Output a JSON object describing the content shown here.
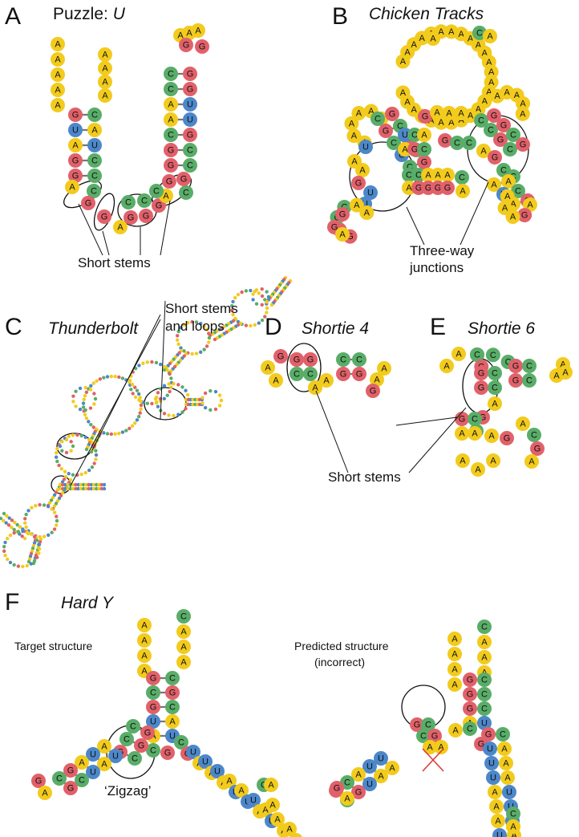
{
  "colors": {
    "A": "#f2cb1d",
    "G": "#e1616a",
    "C": "#59ad68",
    "U": "#4c87c9",
    "cross": "#e03a3a"
  },
  "panels": {
    "A": {
      "letter": "A",
      "title_prefix": "Puzzle: ",
      "title_italic": "U",
      "annotation": "Short stems"
    },
    "B": {
      "letter": "B",
      "title": "Chicken Tracks",
      "annotation_line1": "Three-way",
      "annotation_line2": "junctions"
    },
    "C": {
      "letter": "C",
      "title": "Thunderbolt",
      "annotation_line1": "Short stems",
      "annotation_line2": "and loops"
    },
    "D": {
      "letter": "D",
      "title": "Shortie 4",
      "annotation": "Short stems"
    },
    "E": {
      "letter": "E",
      "title": "Shortie 6"
    },
    "F": {
      "letter": "F",
      "title": "Hard Y",
      "target_label": "Target structure",
      "predicted_line1": "Predicted structure",
      "predicted_line2": "(incorrect)",
      "zigzag": "‘Zigzag’"
    }
  }
}
